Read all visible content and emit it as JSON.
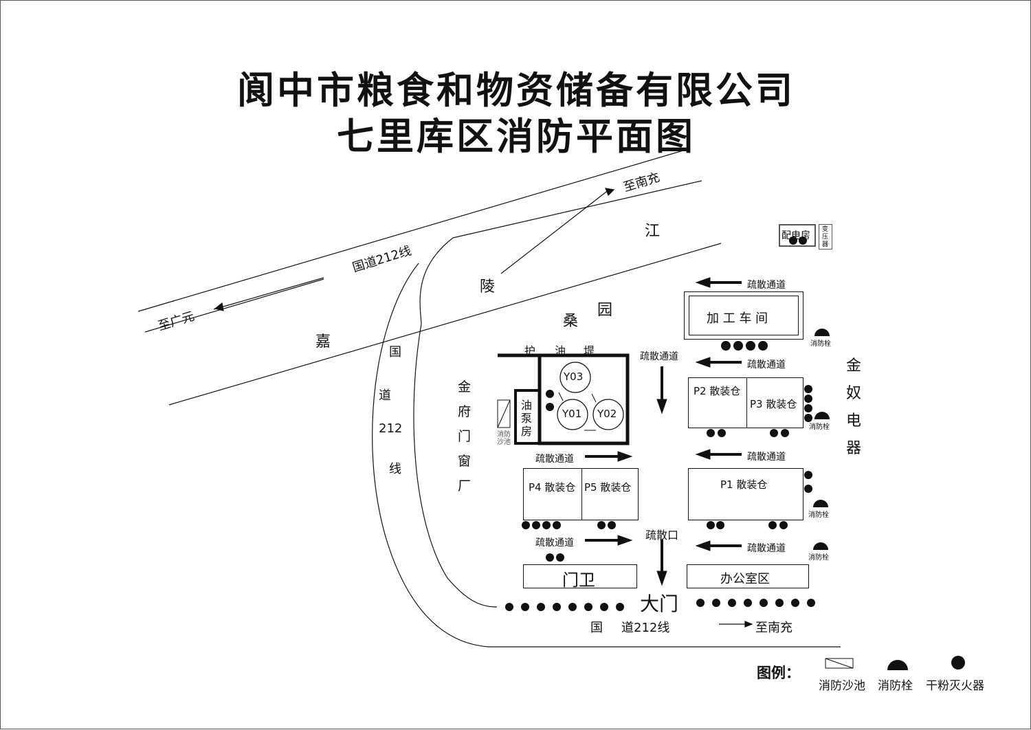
{
  "title": {
    "line1": "阆中市粮食和物资储备有限公司",
    "line2": "七里库区消防平面图"
  },
  "roads": {
    "highway_label": "国道212线",
    "to_guangyuan": "至广元",
    "to_nanchong": "至南充",
    "river_chars": [
      "嘉",
      "陵",
      "江"
    ],
    "bend_chars": [
      "国",
      "道",
      "212",
      "线"
    ],
    "bottom_road_a": "国",
    "bottom_road_b": "道212线",
    "bottom_to_nanchong": "至南充"
  },
  "places": {
    "mulberry": [
      "桑",
      "园"
    ],
    "dike": [
      "护",
      "油",
      "堤"
    ],
    "jinfu": [
      "金",
      "府",
      "门",
      "窗",
      "厂"
    ],
    "jinnu": [
      "金",
      "奴",
      "电",
      "器"
    ],
    "pump_room": [
      "油",
      "泵",
      "房"
    ],
    "sand_pool_small": [
      "消防",
      "沙池"
    ],
    "substation": "配电房",
    "transformer": [
      "变",
      "压",
      "器"
    ],
    "workshop": "加 工 车 间",
    "p2": "P2 散装仓",
    "p3": "P3 散装仓",
    "p1": "P1 散装仓",
    "p4": "P4 散装仓",
    "p5": "P5 散装仓",
    "guard": "门卫",
    "office": "办公室区",
    "main_gate": "大门",
    "exit": "疏散口"
  },
  "tanks": [
    "Y03",
    "Y01",
    "Y02"
  ],
  "evac": {
    "label": "疏散通道"
  },
  "hydrant_label": "消防栓",
  "legend": {
    "title": "图例：",
    "sand_pool": "消防沙池",
    "hydrant": "消防栓",
    "extinguisher": "干粉灭火器"
  }
}
